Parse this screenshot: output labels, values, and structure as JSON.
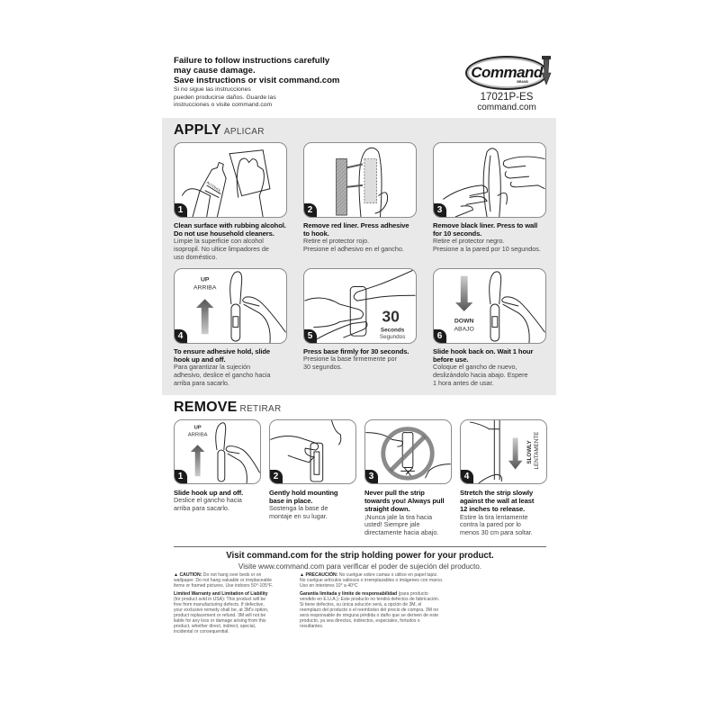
{
  "header": {
    "warning_en_lines": [
      "Failure to follow instructions carefully",
      "may cause damage.",
      "Save instructions or visit command.com"
    ],
    "warning_es_lines": [
      "Si no sigue las instrucciones",
      "pueden producirse daños. Guarde las",
      "instrucciones o visite command.com"
    ],
    "logo": {
      "brand": "Command",
      "sub": "BRAND"
    },
    "model": "17021P-ES",
    "site": "command.com"
  },
  "apply": {
    "title_en": "APPLY",
    "title_es": "APLICAR",
    "steps": [
      {
        "num": "1",
        "icon": "clean-surface-illustration",
        "en": [
          "Clean surface with rubbing alcohol.",
          "Do not use household cleaners."
        ],
        "es": [
          "Limpie la superficie con alcohol",
          "isopropil. No ultice limpadores de",
          "uso doméstico."
        ],
        "label": "ALCOHOL"
      },
      {
        "num": "2",
        "icon": "remove-red-liner-illustration",
        "en": [
          "Remove red liner. Press adhesive",
          "to hook."
        ],
        "es": [
          "Retire el protector rojo.",
          "Presione el adhesivo en el gancho."
        ]
      },
      {
        "num": "3",
        "icon": "press-to-wall-illustration",
        "en": [
          "Remove black liner. Press to wall",
          "for 10 seconds."
        ],
        "es": [
          "Retire el protector negro.",
          "Presione a la pared por 10 segundos."
        ]
      },
      {
        "num": "4",
        "icon": "slide-hook-up-illustration",
        "en": [
          "To ensure adhesive hold, slide",
          "hook up and off."
        ],
        "es": [
          "Para garantizar la sujeción",
          "adhesivo, deslice el gancho hacia",
          "arriba para sacarlo."
        ],
        "arrow_en": "UP",
        "arrow_es": "ARRIBA"
      },
      {
        "num": "5",
        "icon": "press-base-illustration",
        "en": [
          "Press base firmly for 30 seconds."
        ],
        "es": [
          "Presione la base firmemente por",
          "30 segundos."
        ],
        "big": "30",
        "unit_en": "Seconds",
        "unit_es": "Segundos"
      },
      {
        "num": "6",
        "icon": "slide-hook-back-illustration",
        "en": [
          "Slide hook back on. Wait 1 hour",
          "before use."
        ],
        "es": [
          "Coloque el gancho de nuevo,",
          "deslizándolo hacia abajo. Espere",
          "1 hora antes de usar."
        ],
        "arrow_en": "DOWN",
        "arrow_es": "ABAJO"
      }
    ]
  },
  "remove": {
    "title_en": "REMOVE",
    "title_es": "RETIRAR",
    "steps": [
      {
        "num": "1",
        "icon": "slide-hook-up-illustration",
        "en": [
          "Slide hook up and off."
        ],
        "es": [
          "Deslice el gancho hacia",
          "arriba para sacarlo."
        ],
        "arrow_en": "UP",
        "arrow_es": "ARRIBA"
      },
      {
        "num": "2",
        "icon": "hold-base-illustration",
        "en": [
          "Gently hold mounting",
          "base in place."
        ],
        "es": [
          "Sostenga la base de",
          "montaje en su lugar."
        ]
      },
      {
        "num": "3",
        "icon": "do-not-pull-illustration",
        "en": [
          "Never pull the strip",
          "towards you! Always pull",
          "straight down."
        ],
        "es": [
          "¡Nunca jale la tira hacia",
          "usted! Siempre jale",
          "directamente hacia abajo."
        ]
      },
      {
        "num": "4",
        "icon": "stretch-strip-illustration",
        "en": [
          "Stretch the strip slowly",
          "against the wall at least",
          "12 inches to release."
        ],
        "es": [
          "Estire la tira lentamente",
          "contra la pared por lo",
          "menos 30 cm para soltar."
        ],
        "arrow_en": "SLOWLY",
        "arrow_es": "LENTAMENTE"
      }
    ]
  },
  "footer": {
    "visit_en": "Visit command.com for the strip holding power for your product.",
    "visit_es": "Visite www.command.com para verificar el poder de sujeción del producto.",
    "caution_label": "CAUTION:",
    "caution_text": "Do not hang over beds or on wallpaper. Do not hang valuable or irreplaceable items or framed pictures. Use indoors 50°-105°F.",
    "warranty_label": "Limited Warranty and Limitation of Liability",
    "warranty_text": "(for product sold in USA): This product will be free from manufacturing defects. If defective, your exclusive remedy shall be, at 3M's option, product replacement or refund. 3M will not be liable for any loss or damage arising from this product, whether direct, indirect, special, incidental or consequential.",
    "precaucion_label": "PRECAUCIÓN:",
    "precaucion_text": "No cuelgue sobre camas o utilice en papel tapiz. No cuelgue artículos valiosos o irremplazables o imágenes con marco. Uso en interiores 10° a 40°C",
    "garantia_label": "Garantía limitada y límite de responsabilidad",
    "garantia_text": "(para producto vendido en E.U.A.): Este producto no tendrá defectos de fabricación. Si tiene defectos, su única solución será, a opción de 3M, el reemplazo del producto o el reembolso del precio de compra. 3M no será responsable de ninguna pérdida o daño que se deriven de este producto, ya sea directos, indirectos, especiales, fortuitos o resultantes."
  }
}
